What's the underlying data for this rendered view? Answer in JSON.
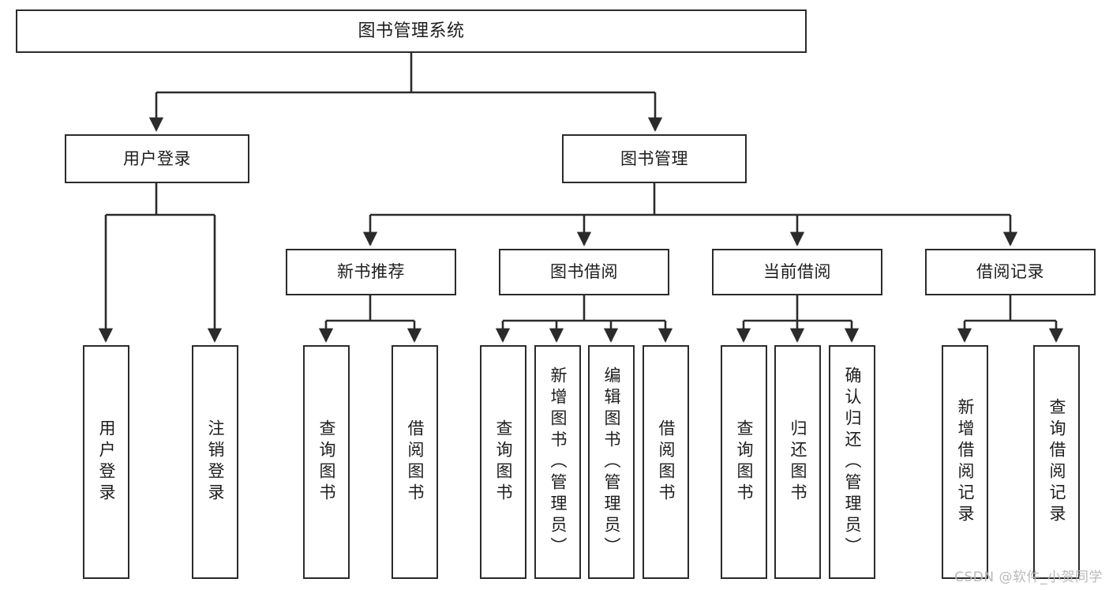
{
  "diagram": {
    "title": "图书管理系统",
    "type": "hierarchical-tree",
    "root": {
      "id": "root",
      "label": "图书管理系统"
    },
    "level2": [
      {
        "id": "user-login",
        "label": "用户登录"
      },
      {
        "id": "book-management",
        "label": "图书管理"
      }
    ],
    "level3": [
      {
        "id": "new-book-recommend",
        "label": "新书推荐"
      },
      {
        "id": "book-borrow",
        "label": "图书借阅"
      },
      {
        "id": "current-borrow",
        "label": "当前借阅"
      },
      {
        "id": "borrow-record",
        "label": "借阅记录"
      }
    ],
    "leaves": {
      "user_login": [
        {
          "id": "leaf-user-login",
          "label": "用户登录"
        },
        {
          "id": "leaf-logout-login",
          "label": "注销登录"
        }
      ],
      "new_book_recommend": [
        {
          "id": "leaf-query-book-1",
          "label": "查询图书"
        },
        {
          "id": "leaf-borrow-book-1",
          "label": "借阅图书"
        }
      ],
      "book_borrow": [
        {
          "id": "leaf-query-book-2",
          "label": "查询图书"
        },
        {
          "id": "leaf-add-book",
          "label": "新增图书（管理员）"
        },
        {
          "id": "leaf-edit-book",
          "label": "编辑图书（管理员）"
        },
        {
          "id": "leaf-borrow-book-2",
          "label": "借阅图书"
        }
      ],
      "current_borrow": [
        {
          "id": "leaf-query-book-3",
          "label": "查询图书"
        },
        {
          "id": "leaf-return-book",
          "label": "归还图书"
        },
        {
          "id": "leaf-confirm-return",
          "label": "确认归还（管理员）"
        }
      ],
      "borrow_record": [
        {
          "id": "leaf-add-record",
          "label": "新增借阅记录"
        },
        {
          "id": "leaf-query-record",
          "label": "查询借阅记录"
        }
      ]
    }
  },
  "watermark": {
    "text": "CSDN @软件_小贺同学"
  },
  "colors": {
    "stroke": "#2b2b2b",
    "background": "#ffffff",
    "text": "#1d1d1d",
    "watermark": "#b9b9b9"
  }
}
